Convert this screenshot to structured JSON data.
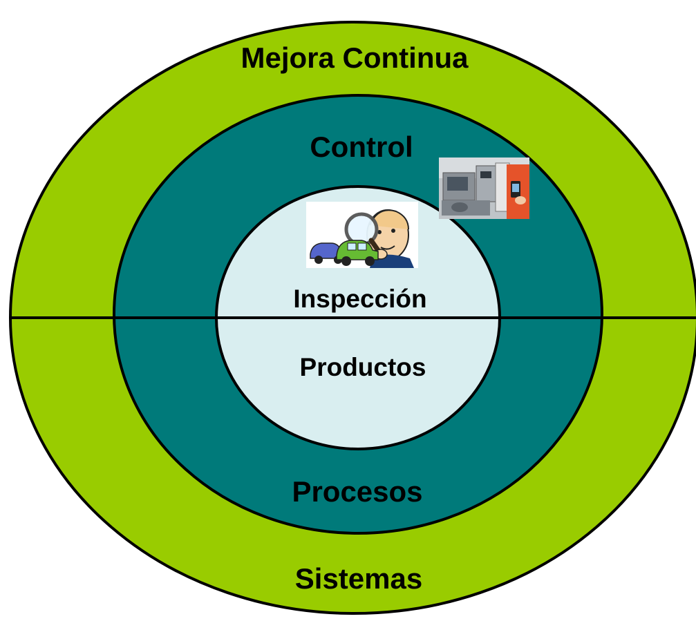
{
  "colors": {
    "outer_ring": "#99cc00",
    "middle_ring": "#007a7a",
    "inner_circle": "#d9eef0",
    "outline": "#000000"
  },
  "rings": {
    "outer": {
      "top_label": "Mejora Continua",
      "bottom_label": "Sistemas"
    },
    "middle": {
      "top_label": "Control",
      "bottom_label": "Procesos"
    },
    "inner": {
      "top_label": "Inspección",
      "bottom_label": "Productos"
    }
  },
  "pictures": {
    "inspection": "inspector-with-magnifier-and-cars-picture",
    "control": "measurement-equipment-photo"
  }
}
